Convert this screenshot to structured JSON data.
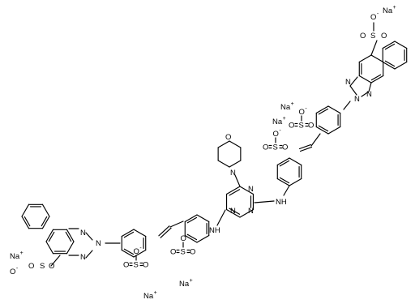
{
  "diagram": {
    "kind": "chemical-structure",
    "atom_labels": {
      "sodium": "Na",
      "sodium_charge": "+",
      "oxygen": "O",
      "sulfur": "S",
      "nitrogen": "N",
      "amine": "NH",
      "anion_charge": "-"
    }
  }
}
